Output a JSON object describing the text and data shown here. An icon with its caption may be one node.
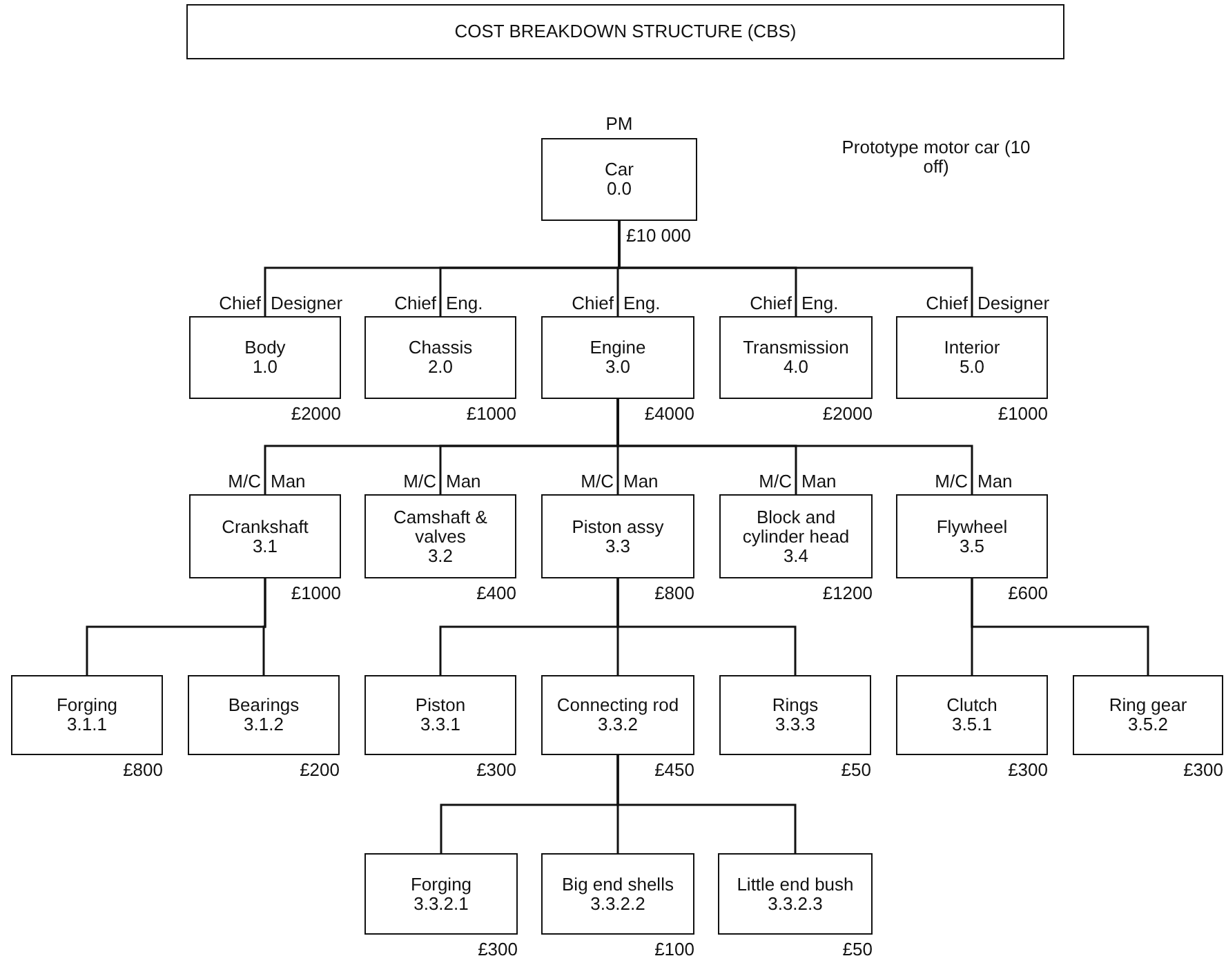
{
  "diagram": {
    "title": "COST BREAKDOWN STRUCTURE (CBS)",
    "nodes": [
      {
        "text": [
          "Car",
          "0.0"
        ],
        "beside": [
          "PM",
          "£10 000"
        ]
      },
      {
        "text": [
          "Body",
          "1.0"
        ],
        "beside": [
          "Chief",
          "Designer",
          "£2000"
        ]
      },
      {
        "text": [
          "Chassis",
          "2.0"
        ],
        "beside": [
          "Chief",
          "Eng.",
          "£1000"
        ]
      },
      {
        "text": [
          "Engine",
          "3.0"
        ],
        "beside": [
          "Chief",
          "Eng.",
          "£4000"
        ]
      },
      {
        "text": [
          "Transmission",
          "4.0"
        ],
        "beside": [
          "Chief",
          "Eng.",
          "£2000"
        ]
      },
      {
        "text": [
          "Interior",
          "5.0"
        ],
        "beside": [
          "Chief",
          "Designer",
          "£1000"
        ]
      },
      {
        "text": [
          "Crankshaft",
          "3.1"
        ],
        "beside": [
          "M/C",
          "Man",
          "£1000"
        ]
      },
      {
        "text": [
          "Camshaft & valves",
          "3.2"
        ],
        "beside": [
          "M/C",
          "Man",
          "£400"
        ]
      },
      {
        "text": [
          "Piston assy",
          "3.3"
        ],
        "beside": [
          "M/C",
          "Man",
          "£800"
        ]
      },
      {
        "text": [
          "Block and cylinder head",
          "3.4"
        ],
        "beside": [
          "M/C",
          "Man",
          "£1200"
        ]
      },
      {
        "text": [
          "Flywheel",
          "3.5"
        ],
        "beside": [
          "M/C",
          "Man",
          "£600"
        ]
      },
      {
        "text": [
          "Forging",
          "3.1.1"
        ],
        "beside": [
          "£800"
        ]
      },
      {
        "text": [
          "Bearings",
          "3.1.2"
        ],
        "beside": [
          "£200"
        ]
      },
      {
        "text": [
          "Piston",
          "3.3.1"
        ],
        "beside": [
          "£300"
        ]
      },
      {
        "text": [
          "Connecting rod",
          "3.3.2"
        ],
        "beside": [
          "£450"
        ]
      },
      {
        "text": [
          "Rings",
          "3.3.3"
        ],
        "beside": [
          "£50"
        ]
      },
      {
        "text": [
          "Clutch",
          "3.5.1"
        ],
        "beside": [
          "£300"
        ]
      },
      {
        "text": [
          "Ring gear",
          "3.5.2"
        ],
        "beside": [
          "£300"
        ]
      },
      {
        "text": [
          "Forging",
          "3.3.2.1"
        ],
        "beside": [
          "£300"
        ]
      },
      {
        "text": [
          "Big end shells",
          "3.3.2.2"
        ],
        "beside": [
          "£100"
        ]
      },
      {
        "text": [
          "Little end bush",
          "3.3.2.3"
        ],
        "beside": [
          "£50"
        ]
      }
    ],
    "edges": [
      {
        "from": 0,
        "to": 1,
        "arrow": "none"
      },
      {
        "from": 0,
        "to": 2,
        "arrow": "none"
      },
      {
        "from": 0,
        "to": 3,
        "arrow": "none"
      },
      {
        "from": 0,
        "to": 4,
        "arrow": "none"
      },
      {
        "from": 0,
        "to": 5,
        "arrow": "none"
      },
      {
        "from": 3,
        "to": 6,
        "arrow": "none"
      },
      {
        "from": 3,
        "to": 7,
        "arrow": "none"
      },
      {
        "from": 3,
        "to": 8,
        "arrow": "none"
      },
      {
        "from": 3,
        "to": 9,
        "arrow": "none"
      },
      {
        "from": 3,
        "to": 10,
        "arrow": "none"
      },
      {
        "from": 6,
        "to": 11,
        "arrow": "none"
      },
      {
        "from": 6,
        "to": 12,
        "arrow": "none"
      },
      {
        "from": 8,
        "to": 13,
        "arrow": "none"
      },
      {
        "from": 8,
        "to": 14,
        "arrow": "none"
      },
      {
        "from": 8,
        "to": 15,
        "arrow": "none"
      },
      {
        "from": 10,
        "to": 16,
        "arrow": "none"
      },
      {
        "from": 10,
        "to": 17,
        "arrow": "none"
      },
      {
        "from": 14,
        "to": 18,
        "arrow": "none"
      },
      {
        "from": 14,
        "to": 19,
        "arrow": "none"
      },
      {
        "from": 14,
        "to": 20,
        "arrow": "none"
      }
    ],
    "labels": [
      "Prototype motor car (10 off)"
    ]
  }
}
